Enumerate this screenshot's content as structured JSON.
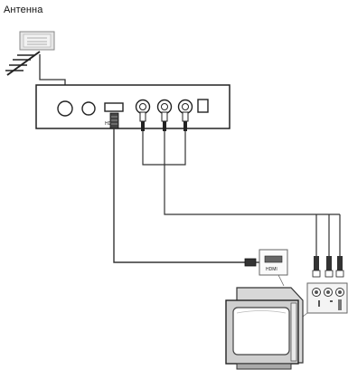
{
  "antenna": {
    "label": "Антенна"
  },
  "receiver": {
    "hdmi_label": "HDMI"
  },
  "tv": {
    "hdmi_label": "HDMI"
  }
}
